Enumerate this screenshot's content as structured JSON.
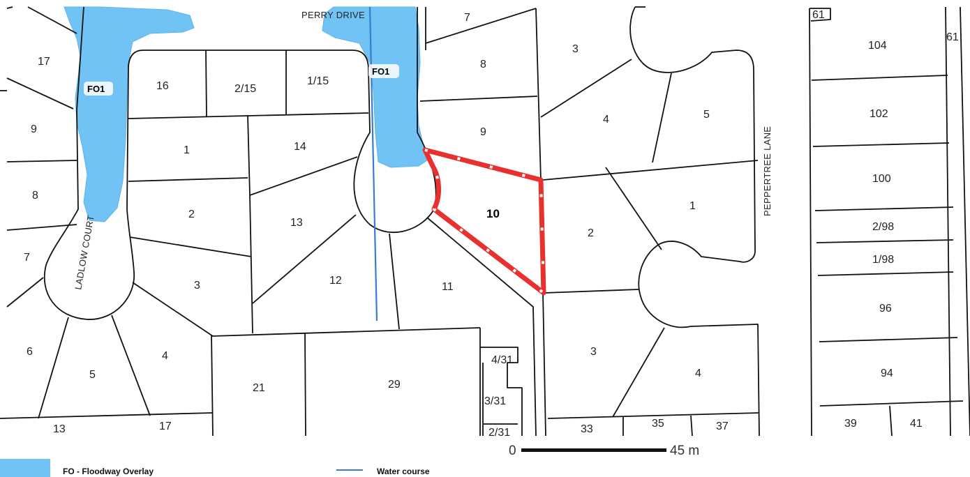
{
  "map": {
    "streets": [
      "PERRY DRIVE",
      "LADLOW COURT",
      "PEPPERTREE LANE"
    ],
    "overlay_tags": [
      "FO1",
      "FO1"
    ],
    "lots": {
      "a17": "17",
      "a9": "9",
      "a8": "8",
      "a7": "7",
      "a6": "6",
      "a5": "5",
      "a4": "4",
      "a13": "13",
      "a17b": "17",
      "a3": "3",
      "a2": "2",
      "a1": "1",
      "a16": "16",
      "a2_15": "2/15",
      "a1_15": "1/15",
      "a14": "14",
      "a13b": "13",
      "a12": "12",
      "a11": "11",
      "a10": "10",
      "a9b": "9",
      "a8b": "8",
      "a7b": "7",
      "a21": "21",
      "a29": "29",
      "a4_31": "4/31",
      "a3_31": "3/31",
      "a2_31": "2/31",
      "b3": "3",
      "b4": "4",
      "b5": "5",
      "b1": "1",
      "b2": "2",
      "b3b": "3",
      "b4b": "4",
      "b33": "33",
      "b35": "35",
      "b37": "37",
      "c61": "61",
      "c61b": "61",
      "c104": "104",
      "c102": "102",
      "c100": "100",
      "c2_98": "2/98",
      "c1_98": "1/98",
      "c96": "96",
      "c94": "94",
      "c39": "39",
      "c41": "41"
    },
    "highlighted_lot": "10",
    "scale": {
      "start": "0",
      "end": "45 m"
    },
    "colors": {
      "floodway": "#72c3f5",
      "watercourse": "#3b7bd1",
      "highlight": "#e8312f",
      "boundary": "#111111"
    }
  },
  "legend": {
    "floodway_label": "FO - Floodway Overlay",
    "watercourse_label": "Water course"
  }
}
